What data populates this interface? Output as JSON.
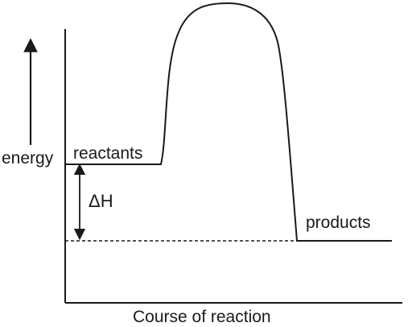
{
  "labels": {
    "energy": "energy",
    "reactants": "reactants",
    "products": "products",
    "delta_h": "ΔH",
    "course": "Course of reaction"
  },
  "colors": {
    "stroke": "#1a1a1a",
    "background": "#ffffff"
  }
}
